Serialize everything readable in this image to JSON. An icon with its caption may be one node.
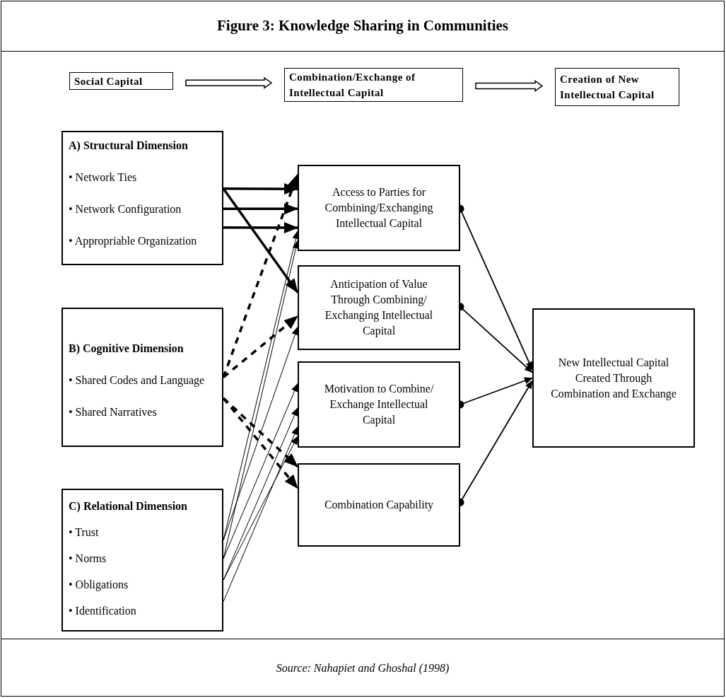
{
  "diagram": {
    "title": "Figure 3: Knowledge Sharing in Communities",
    "caption": "Source: Nahapiet and Ghoshal (1998)",
    "nodes": [
      {
        "text": [
          "Social Capital"
        ]
      },
      {
        "text": [
          "Combination/Exchange of Intellectual Capital"
        ]
      },
      {
        "text": [
          "Creation of New Intellectual Capital"
        ]
      },
      {
        "text": [
          "A) Structural Dimension",
          "• Network Ties",
          "• Network Configuration",
          "• Appropriable Organization"
        ]
      },
      {
        "text": [
          "B) Cognitive Dimension",
          "• Shared Codes and Language",
          "• Shared Narratives"
        ]
      },
      {
        "text": [
          "C) Relational Dimension",
          "• Trust",
          "• Norms",
          "• Obligations",
          "• Identification"
        ]
      },
      {
        "text": [
          "Access to Parties for Combining/Exchanging Intellectual Capital"
        ]
      },
      {
        "text": [
          "Anticipation of Value Through Combining/ Exchanging Intellectual Capital"
        ]
      },
      {
        "text": [
          "Motivation to Combine/ Exchange Intellectual Capital"
        ]
      },
      {
        "text": [
          "Combination Capability"
        ]
      },
      {
        "text": [
          "New Intellectual Capital Created Through Combination and Exchange"
        ]
      }
    ],
    "edges": [
      {
        "from": 0,
        "to": 1,
        "arrow": "to"
      },
      {
        "from": 1,
        "to": 2,
        "arrow": "to"
      },
      {
        "from": 3,
        "to": 6,
        "arrow": "to",
        "style": "thick"
      },
      {
        "from": 3,
        "to": 6,
        "arrow": "to",
        "style": "thick"
      },
      {
        "from": 3,
        "to": 6,
        "arrow": "to",
        "style": "thick"
      },
      {
        "from": 3,
        "to": 7,
        "arrow": "to",
        "style": "thick"
      },
      {
        "from": 4,
        "to": 6,
        "arrow": "to",
        "style": "dashed"
      },
      {
        "from": 4,
        "to": 7,
        "arrow": "to",
        "style": "dashed"
      },
      {
        "from": 4,
        "to": 9,
        "arrow": "to",
        "style": "dashed"
      },
      {
        "from": 4,
        "to": 9,
        "arrow": "to",
        "style": "dashed"
      },
      {
        "from": 5,
        "to": 6,
        "arrow": "to"
      },
      {
        "from": 5,
        "to": 6,
        "arrow": "to"
      },
      {
        "from": 5,
        "to": 7,
        "arrow": "to"
      },
      {
        "from": 5,
        "to": 8,
        "arrow": "to"
      },
      {
        "from": 5,
        "to": 8,
        "arrow": "to"
      },
      {
        "from": 5,
        "to": 8,
        "arrow": "to"
      },
      {
        "from": 5,
        "to": 8,
        "arrow": "to"
      },
      {
        "from": 6,
        "to": 10,
        "arrow": "to"
      },
      {
        "from": 7,
        "to": 10,
        "arrow": "to"
      },
      {
        "from": 8,
        "to": 10,
        "arrow": "to"
      },
      {
        "from": 9,
        "to": 10,
        "arrow": "to"
      }
    ]
  }
}
